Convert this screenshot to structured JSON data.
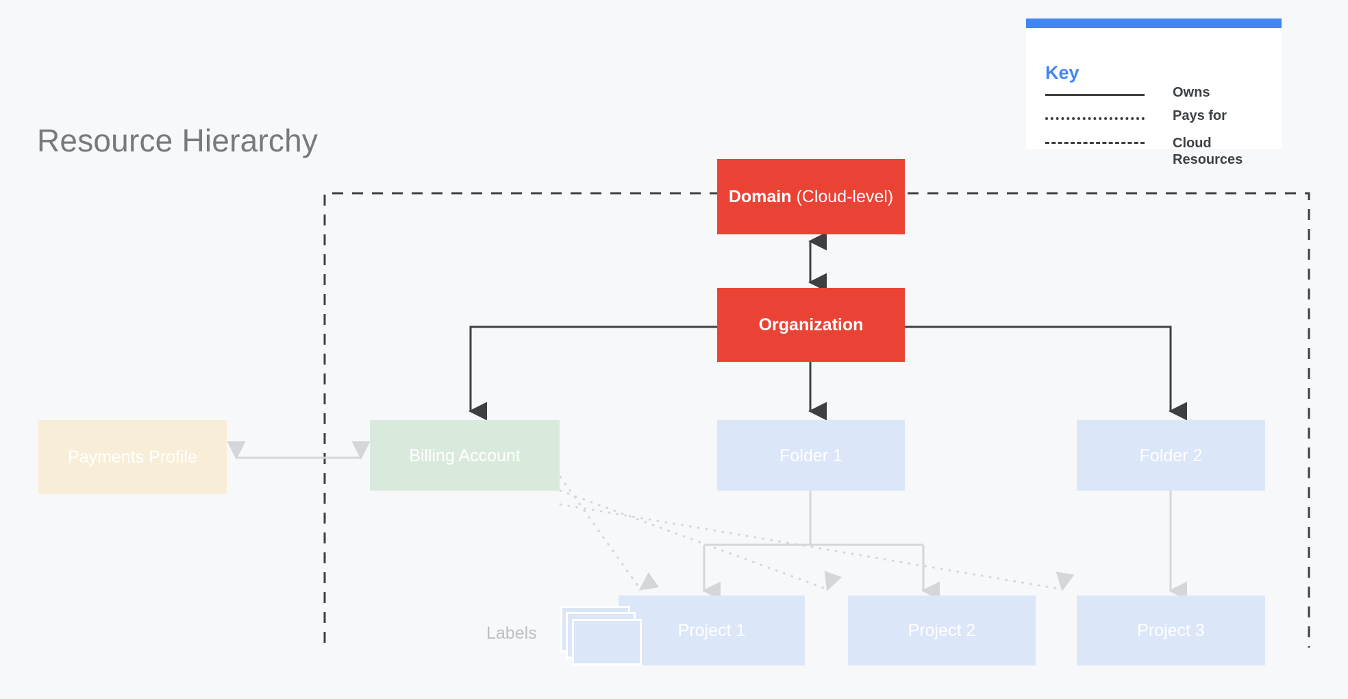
{
  "title": "Resource Hierarchy",
  "key": {
    "heading": "Key",
    "rows": [
      {
        "style": "solid",
        "label": "Owns"
      },
      {
        "style": "dotted",
        "label": "Pays for"
      },
      {
        "style": "dashed",
        "label": "Cloud Resources"
      }
    ]
  },
  "nodes": {
    "domain": {
      "strong": "Domain",
      "normal": " (Cloud-level)"
    },
    "organization": {
      "label": "Organization"
    },
    "payments_profile": {
      "label": "Payments Profile"
    },
    "billing_account": {
      "label": "Billing Account"
    },
    "folder_1": {
      "label": "Folder 1"
    },
    "folder_2": {
      "label": "Folder 2"
    },
    "project_1": {
      "label": "Project 1"
    },
    "project_2": {
      "label": "Project 2"
    },
    "project_3": {
      "label": "Project 3"
    },
    "labels": {
      "label": "Labels"
    }
  },
  "colors": {
    "background": "#F7F8FA",
    "red": "#EA4335",
    "blue_accent": "#4285F4",
    "light_blue": "#DCE6F9",
    "light_green": "#D9EADD",
    "cream": "#F8EED8",
    "dark_line": "#3C4043",
    "light_line": "#D4D6D9",
    "title_gray": "#757A7D"
  },
  "diagram": {
    "type": "hierarchy",
    "edges": [
      {
        "from": "Domain (Cloud-level)",
        "to": "Organization",
        "relation": "owns",
        "style": "solid",
        "arrow": "double"
      },
      {
        "from": "Organization",
        "to": "Billing Account",
        "relation": "owns",
        "style": "solid",
        "arrow": "single"
      },
      {
        "from": "Organization",
        "to": "Folder 1",
        "relation": "owns",
        "style": "solid",
        "arrow": "single"
      },
      {
        "from": "Organization",
        "to": "Folder 2",
        "relation": "owns",
        "style": "solid",
        "arrow": "single"
      },
      {
        "from": "Payments Profile",
        "to": "Billing Account",
        "relation": "owns",
        "style": "solid",
        "arrow": "double"
      },
      {
        "from": "Folder 1",
        "to": "Project 1",
        "relation": "owns",
        "style": "solid",
        "arrow": "single"
      },
      {
        "from": "Folder 1",
        "to": "Project 2",
        "relation": "owns",
        "style": "solid",
        "arrow": "single"
      },
      {
        "from": "Folder 2",
        "to": "Project 3",
        "relation": "owns",
        "style": "solid",
        "arrow": "single"
      },
      {
        "from": "Billing Account",
        "to": "Project 1",
        "relation": "pays for",
        "style": "dotted",
        "arrow": "single"
      },
      {
        "from": "Billing Account",
        "to": "Project 2",
        "relation": "pays for",
        "style": "dotted",
        "arrow": "single"
      },
      {
        "from": "Billing Account",
        "to": "Project 3",
        "relation": "pays for",
        "style": "dotted",
        "arrow": "single"
      }
    ],
    "cloud_resources_boundary": "dashed rectangle enclosing Billing Account, Folders and Projects"
  }
}
